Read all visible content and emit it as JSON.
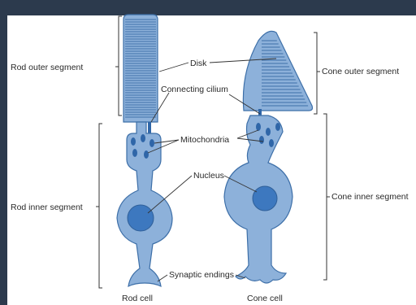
{
  "labels": {
    "rod_outer": "Rod outer segment",
    "rod_inner": "Rod inner segment",
    "cone_outer": "Cone outer segment",
    "cone_inner": "Cone inner segment",
    "disk": "Disk",
    "cilium": "Connecting cilium",
    "mito": "Mitochondria",
    "nucleus": "Nucleus",
    "synaptic": "Synaptic endings",
    "rod_cell": "Rod cell",
    "cone_cell": "Cone cell"
  },
  "colors": {
    "background": "#2c3a4d",
    "cell_fill": "#8db1da",
    "cell_stroke": "#3d6fa8",
    "organelle": "#2f66a8"
  }
}
